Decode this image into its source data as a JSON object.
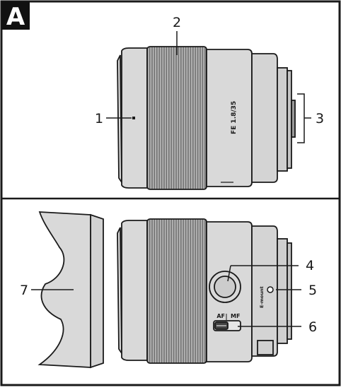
{
  "figure": {
    "panel_label": "A",
    "callouts": [
      {
        "id": "callout-1",
        "label": "1"
      },
      {
        "id": "callout-2",
        "label": "2"
      },
      {
        "id": "callout-3",
        "label": "3"
      },
      {
        "id": "callout-4",
        "label": "4"
      },
      {
        "id": "callout-5",
        "label": "5"
      },
      {
        "id": "callout-6",
        "label": "6"
      },
      {
        "id": "callout-7",
        "label": "7"
      }
    ],
    "lens_model_marking": "FE 1.8/35",
    "mount_marking": "E-mount",
    "switch_labels": {
      "af": "AF",
      "mf": "MF"
    }
  },
  "colors": {
    "body": "#d9d9d9",
    "ring": "#c9c9c9",
    "ridge": "#6f6f6f",
    "outline": "#1a1a1a",
    "switch": "#444444"
  }
}
